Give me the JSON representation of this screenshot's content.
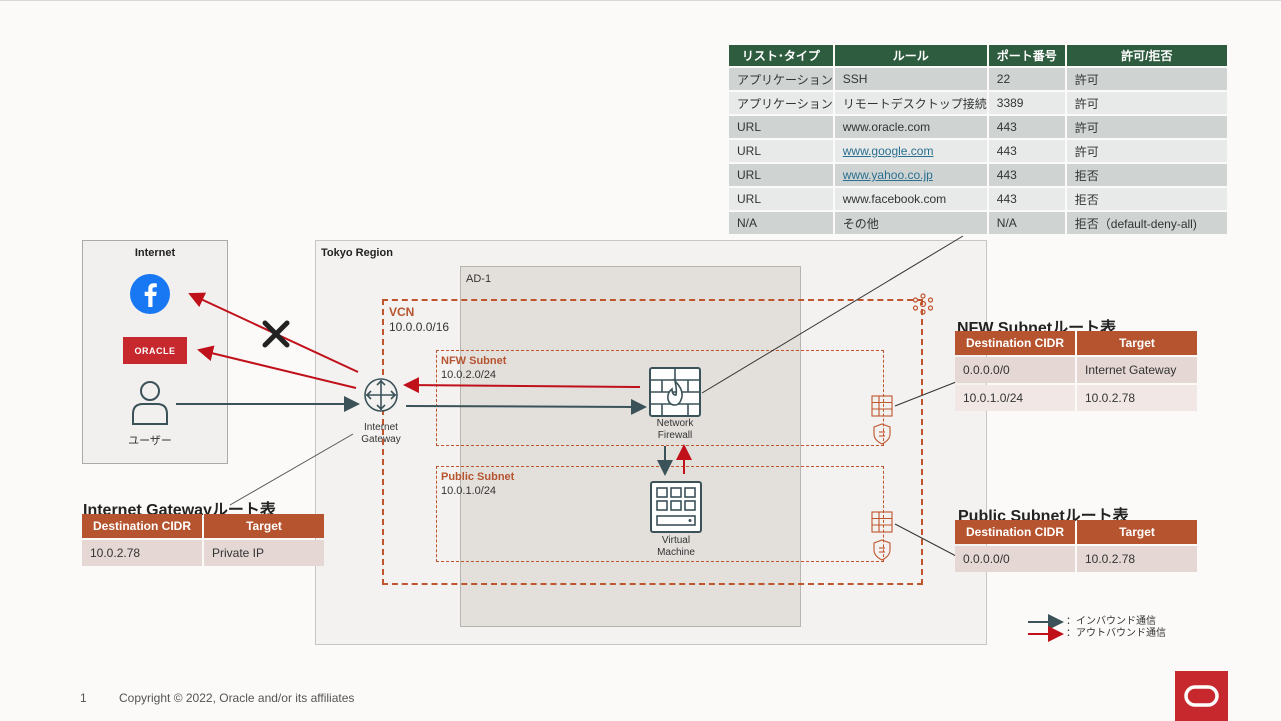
{
  "rule_table": {
    "headers": [
      "リスト･タイプ",
      "ルール",
      "ポート番号",
      "許可/拒否"
    ],
    "rows": [
      {
        "type": "アプリケーション",
        "rule": "SSH",
        "port": "22",
        "action": "許可",
        "link": false
      },
      {
        "type": "アプリケーション",
        "rule": "リモートデスクトップ接続",
        "port": "3389",
        "action": "許可",
        "link": false
      },
      {
        "type": "URL",
        "rule": "www.oracle.com",
        "port": "443",
        "action": "許可",
        "link": false
      },
      {
        "type": "URL",
        "rule": "www.google.com",
        "port": "443",
        "action": "許可",
        "link": true
      },
      {
        "type": "URL",
        "rule": "www.yahoo.co.jp",
        "port": "443",
        "action": "拒否",
        "link": true
      },
      {
        "type": "URL",
        "rule": "www.facebook.com",
        "port": "443",
        "action": "拒否",
        "link": false
      },
      {
        "type": "N/A",
        "rule": "その他",
        "port": "N/A",
        "action": "拒否（default-deny-all)",
        "link": false
      }
    ]
  },
  "internet_box": {
    "title": "Internet",
    "oracle_logo": "ORACLE",
    "user_label": "ユーザー"
  },
  "region": {
    "title": "Tokyo Region",
    "ad": "AD-1"
  },
  "vcn": {
    "title": "VCN",
    "cidr": "10.0.0.0/16"
  },
  "nfw_subnet": {
    "title": "NFW Subnet",
    "cidr": "10.0.2.0/24"
  },
  "public_subnet": {
    "title": "Public Subnet",
    "cidr": "10.0.1.0/24"
  },
  "internet_gateway": {
    "label_line1": "Internet",
    "label_line2": "Gateway"
  },
  "network_firewall": {
    "label_line1": "Network",
    "label_line2": "Firewall"
  },
  "virtual_machine": {
    "label_line1": "Virtual",
    "label_line2": "Machine"
  },
  "route_tables": {
    "header_dest": "Destination CIDR",
    "header_target": "Target",
    "igw": {
      "title": "Internet Gatewayルート表",
      "rows": [
        [
          "10.0.2.78",
          "Private IP"
        ]
      ]
    },
    "nfw": {
      "title": "NFW Subnetルート表",
      "rows": [
        [
          "0.0.0.0/0",
          "Internet Gateway"
        ],
        [
          "10.0.1.0/24",
          "10.0.2.78"
        ]
      ]
    },
    "public": {
      "title": "Public Subnetルート表",
      "rows": [
        [
          "0.0.0.0/0",
          "10.0.2.78"
        ]
      ]
    }
  },
  "legend": {
    "inbound": "：インバウンド通信",
    "outbound": "：アウトバウンド通信"
  },
  "footer": {
    "page": "1",
    "copyright": "Copyright © 2022, Oracle and/or its affiliates"
  },
  "colors": {
    "inbound": "#3b5259",
    "outbound": "#c0101a",
    "table_header": "#2e5c3e",
    "route_header": "#b5542f",
    "oracle_red": "#c6282d"
  }
}
